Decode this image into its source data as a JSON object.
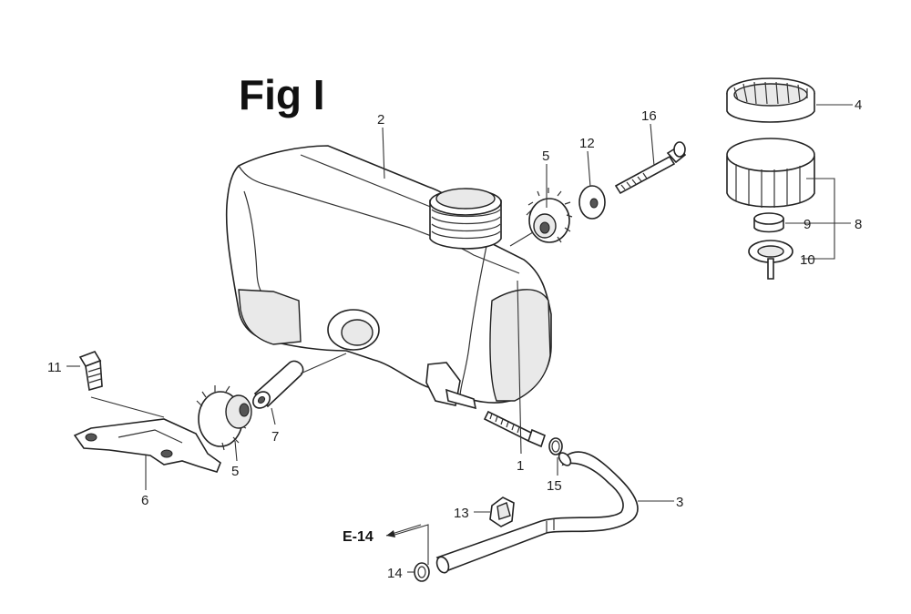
{
  "figure": {
    "title": "Fig I",
    "reference_label": "E-14"
  },
  "callouts": {
    "c1": "1",
    "c2": "2",
    "c3": "3",
    "c4": "4",
    "c5a": "5",
    "c5b": "5",
    "c6": "6",
    "c7": "7",
    "c8": "8",
    "c9": "9",
    "c10": "10",
    "c11": "11",
    "c12": "12",
    "c13": "13",
    "c14": "14",
    "c15": "15",
    "c16": "16"
  }
}
